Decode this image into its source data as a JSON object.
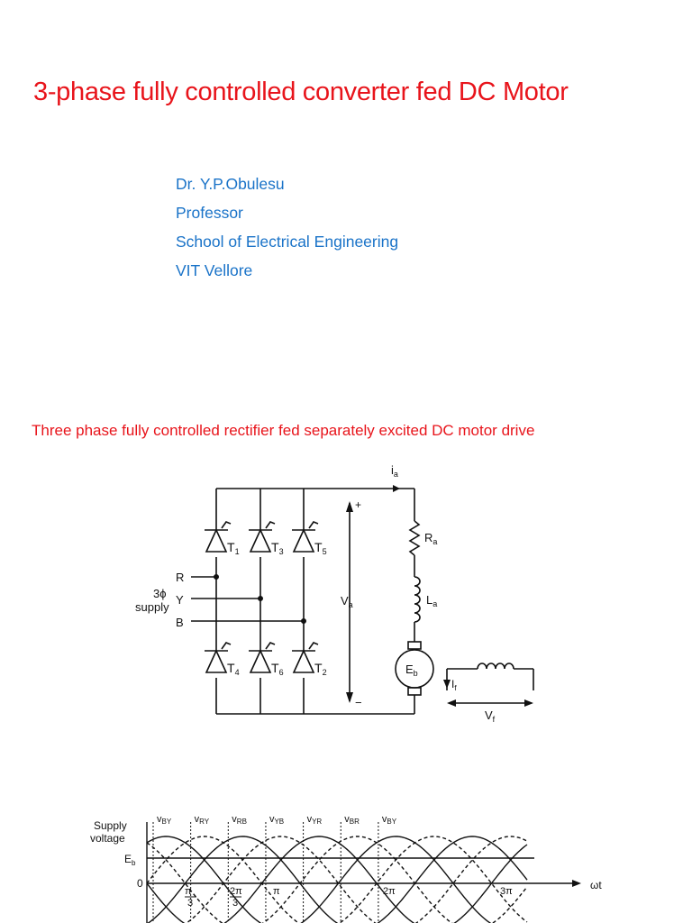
{
  "slide": {
    "title": "3-phase fully controlled converter fed DC Motor",
    "author": [
      "Dr. Y.P.Obulesu",
      "Professor",
      "School of Electrical Engineering",
      "VIT Vellore"
    ],
    "subtitle": "Three phase fully controlled rectifier fed separately excited DC motor drive"
  },
  "circuit": {
    "thyristors_top": [
      {
        "name": "T",
        "sub": "1"
      },
      {
        "name": "T",
        "sub": "3"
      },
      {
        "name": "T",
        "sub": "5"
      }
    ],
    "thyristors_bottom": [
      {
        "name": "T",
        "sub": "4"
      },
      {
        "name": "T",
        "sub": "6"
      },
      {
        "name": "T",
        "sub": "2"
      }
    ],
    "phases": [
      "R",
      "Y",
      "B"
    ],
    "supply_sym": "3ϕ",
    "supply_word": "supply",
    "current_a": {
      "base": "i",
      "sub": "a"
    },
    "voltage_a": {
      "base": "V",
      "sub": "a"
    },
    "resistor": {
      "base": "R",
      "sub": "a"
    },
    "inductor": {
      "base": "L",
      "sub": "a"
    },
    "emf": {
      "base": "E",
      "sub": "b"
    },
    "field_current": {
      "base": "I",
      "sub": "f"
    },
    "field_voltage": {
      "base": "V",
      "sub": "f"
    },
    "plus": "+",
    "minus": "−"
  },
  "waveform": {
    "ylabel_line1": "Supply",
    "ylabel_line2": "voltage",
    "eb_label": "E",
    "eb_sub": "b",
    "zero_label": "0",
    "axis_label": "ωt",
    "phase_labels": [
      {
        "base": "v",
        "sub": "BY"
      },
      {
        "base": "v",
        "sub": "RY"
      },
      {
        "base": "v",
        "sub": "RB"
      },
      {
        "base": "v",
        "sub": "YB"
      },
      {
        "base": "v",
        "sub": "YR"
      },
      {
        "base": "v",
        "sub": "BR"
      },
      {
        "base": "v",
        "sub": "BY"
      }
    ],
    "ticks": [
      {
        "num": "π",
        "den": "3"
      },
      {
        "num": "2π",
        "den": "3"
      },
      {
        "num": "π",
        "den": ""
      },
      {
        "num": "2π",
        "den": ""
      },
      {
        "num": "3π",
        "den": ""
      }
    ]
  }
}
